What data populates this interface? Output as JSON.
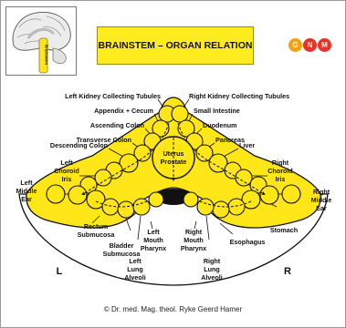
{
  "header": {
    "title": "BRAINSTEM – ORGAN RELATION",
    "thumbnail_label": "Brainstem",
    "logo_letters": [
      "G",
      "N",
      "M"
    ]
  },
  "diagram": {
    "labels": {
      "left_kidney": "Left Kidney Collecting Tubules",
      "right_kidney": "Right Kidney Collecting Tubules",
      "appendix": "Appendix + Cecum",
      "small_intestine": "Small Intestine",
      "ascending_colon": "Ascending Colon",
      "duodenum": "Duodenum",
      "transverse_colon": "Transverse Colon",
      "pancreas": "Pancreas",
      "descending_colon": "Descending Colon",
      "liver": "Liver",
      "left_choroid": [
        "Left",
        "Choroid",
        "Iris"
      ],
      "right_choroid": [
        "Right",
        "Choroid",
        "Iris"
      ],
      "uterus_prostate": [
        "Uterus",
        "Prostate"
      ],
      "left_middle_ear": [
        "Left",
        "Middle",
        "Ear"
      ],
      "right_middle_ear": [
        "Right",
        "Middle",
        "Ear"
      ],
      "stomach": "Stomach",
      "esophagus": "Esophagus",
      "rectum": [
        "Rectum",
        "Submucosa"
      ],
      "bladder": [
        "Bladder",
        "Submucosa"
      ],
      "left_mouth": [
        "Left",
        "Mouth",
        "Pharynx"
      ],
      "right_mouth": [
        "Right",
        "Mouth",
        "Pharynx"
      ],
      "left_lung": [
        "Left",
        "Lung",
        "Alveoli"
      ],
      "right_lung": [
        "Right",
        "Lung",
        "Alveoli"
      ],
      "side_left": "L",
      "side_right": "R"
    }
  },
  "footer": {
    "copyright": "© Dr. med. Mag. theol. Ryke Geerd Hamer"
  },
  "colors": {
    "yellow": "#ffe619",
    "logo": [
      "#f0a215",
      "#e8332a",
      "#e8332a"
    ]
  }
}
